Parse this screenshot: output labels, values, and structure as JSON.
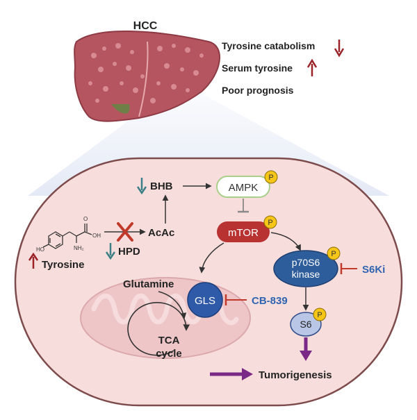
{
  "top": {
    "title": "HCC",
    "facts": [
      {
        "text": "Tyrosine catabolism",
        "arrow": "down"
      },
      {
        "text": "Serum tyrosine",
        "arrow": "up"
      },
      {
        "text": "Poor prognosis"
      }
    ]
  },
  "cell": {
    "molecule": {
      "oh_left": "HO",
      "oh_right": "OH",
      "o": "O",
      "nh2": "NH₂"
    },
    "tyrosine": "Tyrosine",
    "hpd": "HPD",
    "acac": "AcAc",
    "bhb": "BHB",
    "ampk": "AMPK",
    "mtor": "mTOR",
    "p70s6": {
      "line1": "p70S6",
      "line2": "kinase"
    },
    "s6ki": "S6Ki",
    "gls": "GLS",
    "cb839": "CB-839",
    "glutamine": "Glutamine",
    "tca": {
      "line1": "TCA",
      "line2": "cycle"
    },
    "s6": "S6",
    "tumorigenesis": "Tumorigenesis",
    "phospho": "P"
  },
  "colors": {
    "red_arrow": "#9b2226",
    "teal_arrow": "#3d7f86",
    "inhibitor_red": "#c0392b",
    "drug_blue": "#2f64b0",
    "mtor_fill": "#b83232",
    "gls_fill": "#2f5aa8",
    "p70s6_fill": "#2e5d9b",
    "s6_fill": "#b9c6e6",
    "phospho_fill": "#f5c518",
    "purple_arrow": "#7a2a86",
    "cell_fill": "#f7dedd",
    "cell_stroke": "#7d4b4b",
    "liver_fill": "#b5555f",
    "mito_fill": "#eec6c8"
  }
}
